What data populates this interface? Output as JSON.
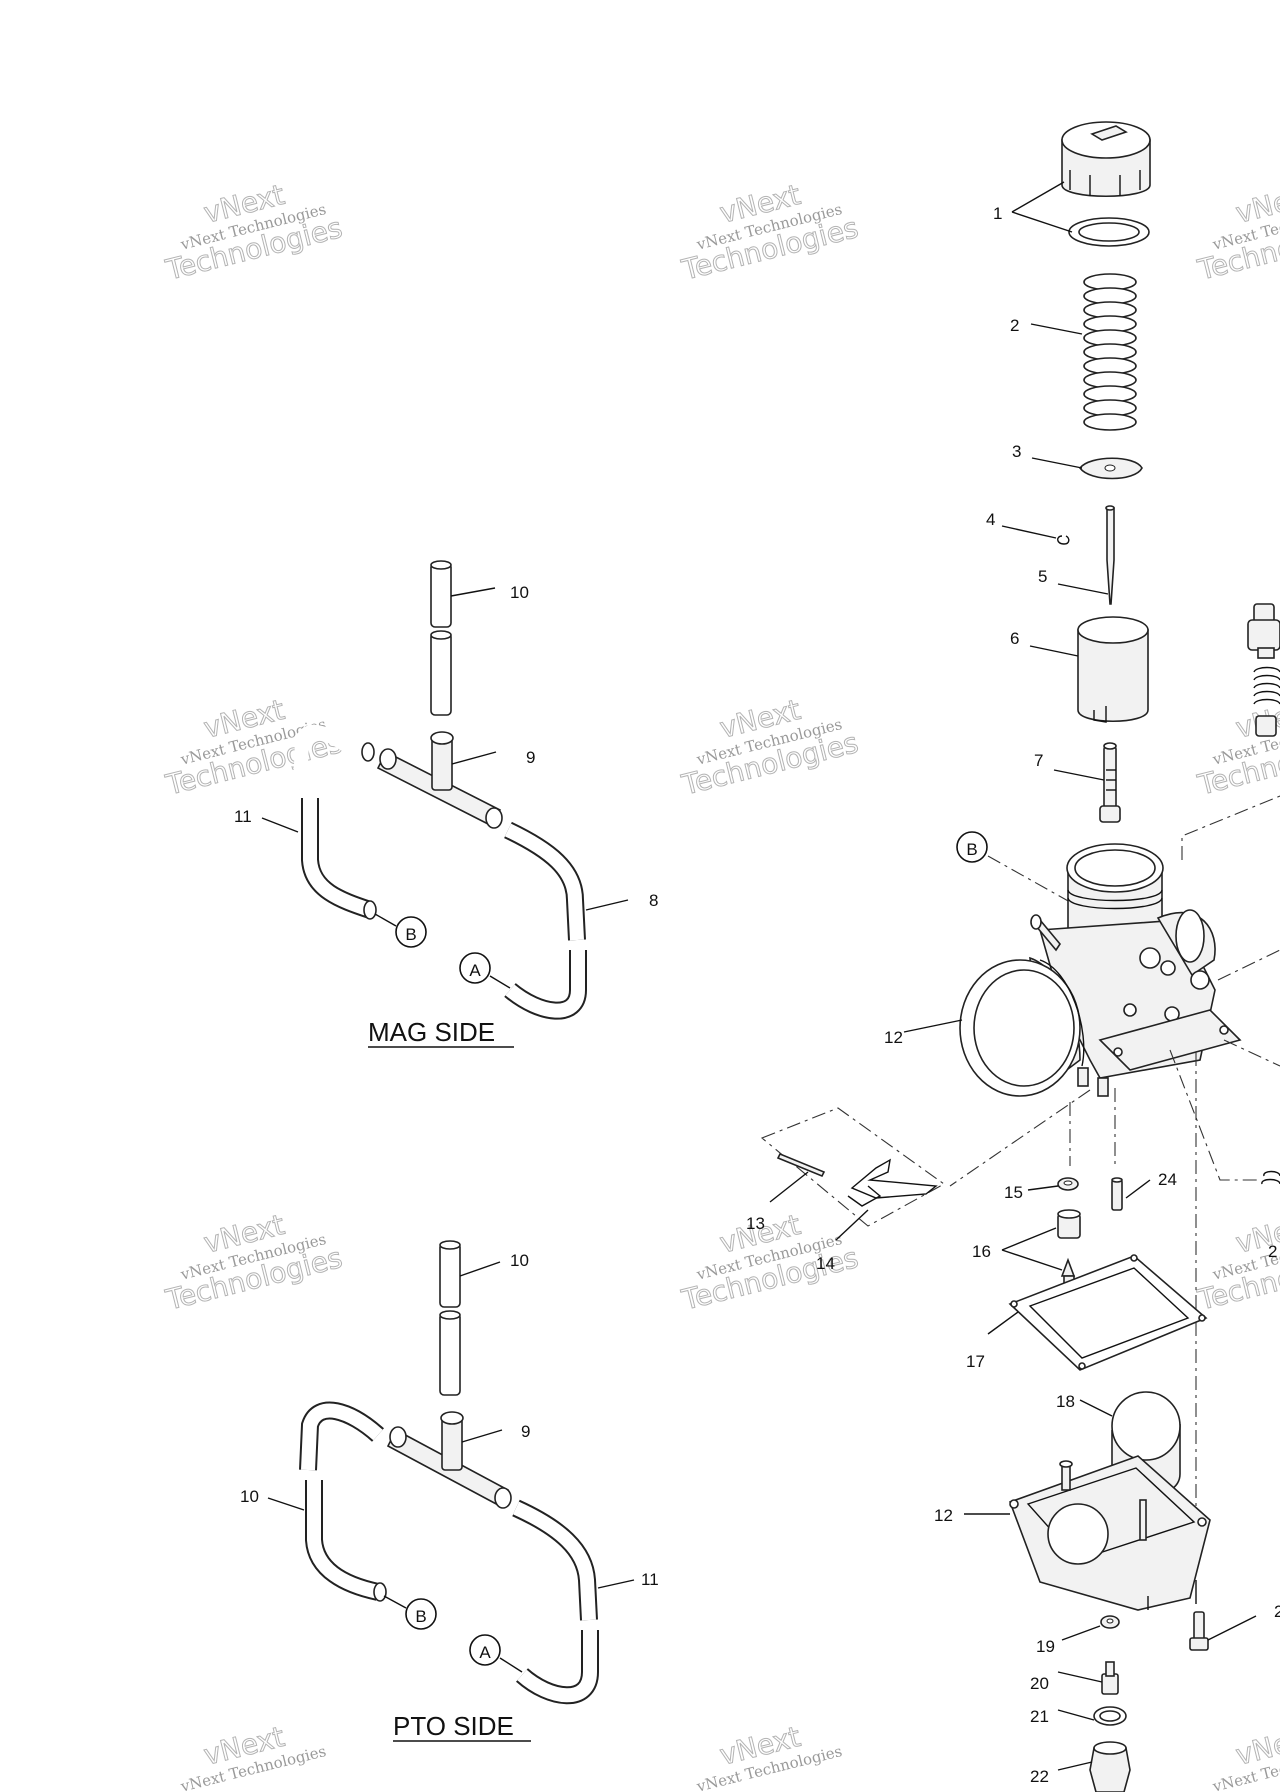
{
  "sides": {
    "mag": "MAG SIDE",
    "pto": "PTO SIDE"
  },
  "refs": {
    "a": "A",
    "b": "B"
  },
  "watermark": {
    "line1": "vNext Technologies",
    "big1": "vNext",
    "big2": "Technologies"
  },
  "mag_labels": {
    "l10": "10",
    "l9": "9",
    "l11": "11",
    "l8": "8"
  },
  "pto_labels": {
    "l10a": "10",
    "l9": "9",
    "l10b": "10",
    "l11": "11"
  },
  "carb_labels": {
    "l1": "1",
    "l2": "2",
    "l3": "3",
    "l4": "4",
    "l5": "5",
    "l6": "6",
    "l7": "7",
    "l12a": "12",
    "l13": "13",
    "l14": "14",
    "l15": "15",
    "l16": "16",
    "l17": "17",
    "l18": "18",
    "l12b": "12",
    "l19": "19",
    "l20": "20",
    "l21": "21",
    "l22": "22",
    "l24": "24",
    "edge2a": "2",
    "edge2b": "2"
  }
}
